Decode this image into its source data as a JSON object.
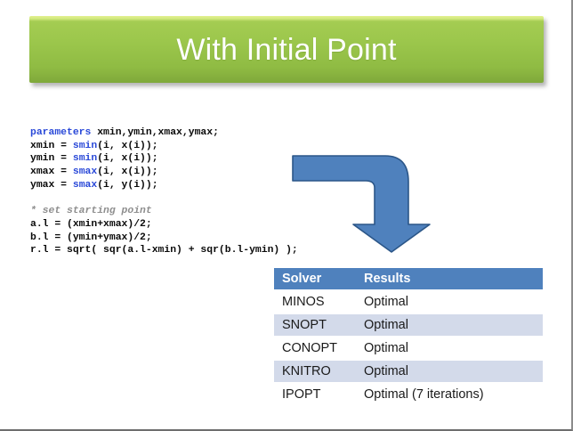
{
  "slide": {
    "title": "With Initial Point",
    "title_bg_top": "#a4cc52",
    "title_bg_bottom": "#7fa83a",
    "accent_blue": "#4f81bd",
    "row_alt_bg": "#d3daea"
  },
  "code": {
    "language": "GAMS",
    "lines": [
      {
        "type": "code",
        "segments": [
          {
            "text": "parameters",
            "style": "keyword"
          },
          {
            "text": " xmin,ymin,xmax,ymax;",
            "style": "plain"
          }
        ]
      },
      {
        "type": "code",
        "segments": [
          {
            "text": "xmin = ",
            "style": "plain"
          },
          {
            "text": "smin",
            "style": "keyword"
          },
          {
            "text": "(i, x(i));",
            "style": "plain"
          }
        ]
      },
      {
        "type": "code",
        "segments": [
          {
            "text": "ymin = ",
            "style": "plain"
          },
          {
            "text": "smin",
            "style": "keyword"
          },
          {
            "text": "(i, x(i));",
            "style": "plain"
          }
        ]
      },
      {
        "type": "code",
        "segments": [
          {
            "text": "xmax = ",
            "style": "plain"
          },
          {
            "text": "smax",
            "style": "keyword"
          },
          {
            "text": "(i, x(i));",
            "style": "plain"
          }
        ]
      },
      {
        "type": "code",
        "segments": [
          {
            "text": "ymax = ",
            "style": "plain"
          },
          {
            "text": "smax",
            "style": "keyword"
          },
          {
            "text": "(i, y(i));",
            "style": "plain"
          }
        ]
      },
      {
        "type": "blank",
        "segments": []
      },
      {
        "type": "code",
        "segments": [
          {
            "text": "* set starting point",
            "style": "comment"
          }
        ]
      },
      {
        "type": "code",
        "segments": [
          {
            "text": "a.l = (xmin+xmax)/2;",
            "style": "plain"
          }
        ]
      },
      {
        "type": "code",
        "segments": [
          {
            "text": "b.l = (ymin+ymax)/2;",
            "style": "plain"
          }
        ]
      },
      {
        "type": "code",
        "segments": [
          {
            "text": "r.l = sqrt( sqr(a.l-xmin) + sqr(b.l-ymin) );",
            "style": "plain"
          }
        ]
      }
    ]
  },
  "arrow": {
    "name": "bent-arrow-down",
    "fill": "#4f81bd",
    "stroke": "#2e5c8a",
    "direction": "right-then-down"
  },
  "table": {
    "headers": [
      "Solver",
      "Results"
    ],
    "rows": [
      [
        "MINOS",
        "Optimal"
      ],
      [
        "SNOPT",
        "Optimal"
      ],
      [
        "CONOPT",
        "Optimal"
      ],
      [
        "KNITRO",
        "Optimal"
      ],
      [
        "IPOPT",
        "Optimal (7 iterations)"
      ]
    ]
  }
}
